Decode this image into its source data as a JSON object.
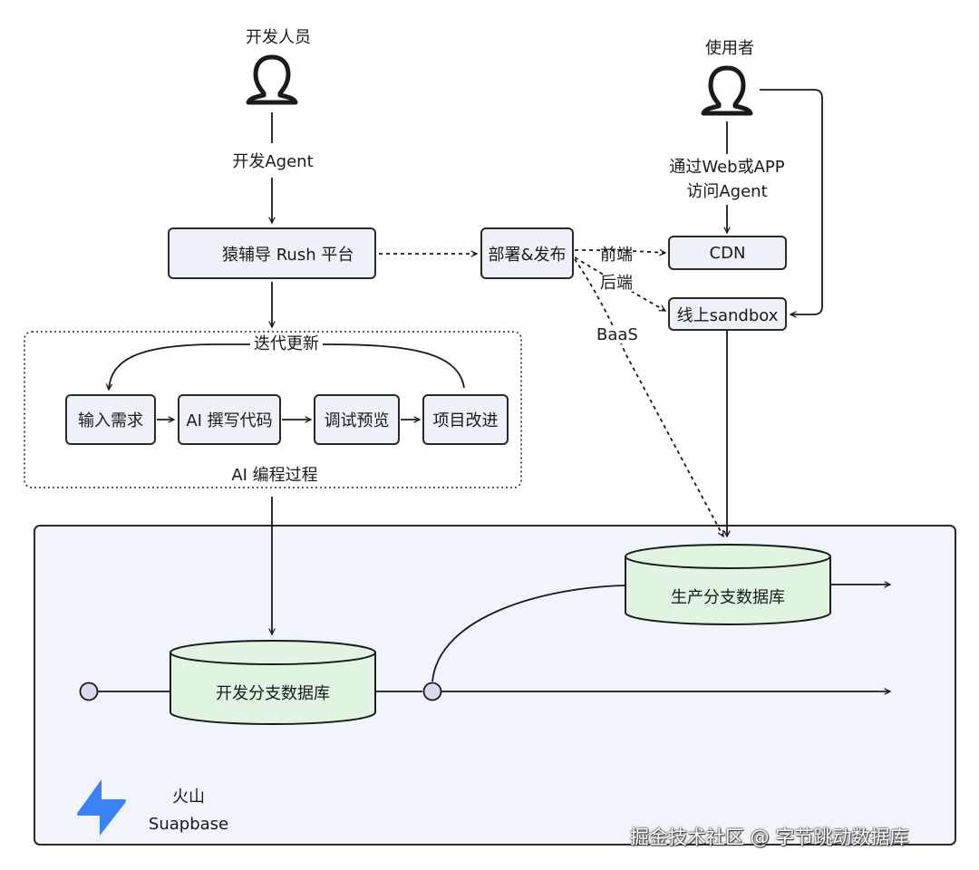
{
  "actors": {
    "developer": "开发人员",
    "user": "使用者"
  },
  "edge_labels": {
    "dev_agent": "开发Agent",
    "user_access_line1": "通过Web或APP",
    "user_access_line2": "访问Agent",
    "frontend": "前端",
    "backend": "后端",
    "baas": "BaaS"
  },
  "nodes": {
    "rush_platform": "猿辅导 Rush 平台",
    "deploy": "部署&发布",
    "cdn": "CDN",
    "sandbox": "线上sandbox"
  },
  "ai_process": {
    "loop_label": "迭代更新",
    "group_label": "AI 编程过程",
    "steps": [
      "输入需求",
      "AI 撰写代码",
      "调试预览",
      "项目改进"
    ]
  },
  "databases": {
    "prod": "生产分支数据库",
    "dev": "开发分支数据库"
  },
  "platform": {
    "line1": "火山",
    "line2": "Suapbase"
  },
  "watermark": "掘金技术社区 @ 字节跳动数据库",
  "colors": {
    "box_fill": "#eef1f8",
    "db_fill": "#e1f3e1",
    "panel_fill": "#f1f4fa",
    "branch_dot": "#dcd8ee",
    "logo_orange": "#f26522",
    "supabase_blue": "#3b82f6"
  }
}
